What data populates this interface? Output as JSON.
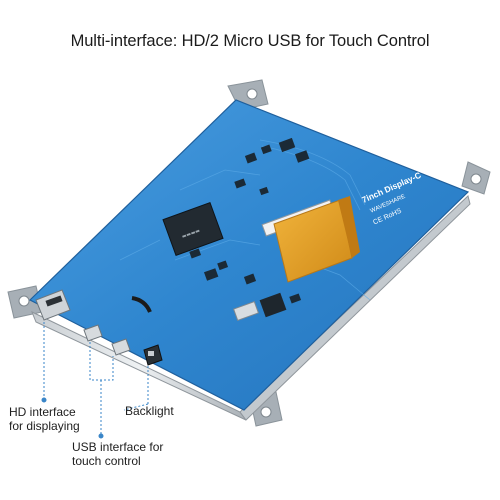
{
  "header": {
    "title": "Multi-interface: HD/2 Micro USB for Touch Control"
  },
  "board": {
    "silkscreen_model": "7inch Display-C",
    "silkscreen_brand": "WAVESHARE",
    "silkscreen_marks": "CE RoHS"
  },
  "callouts": {
    "hd": [
      "HD interface",
      "for displaying"
    ],
    "usb": [
      "USB interface for",
      "touch control"
    ],
    "backlight": "Backlight"
  },
  "colors": {
    "pcb": "#2f86cf",
    "pcb_edge": "#1f5f9c",
    "mounting_tab": "#9aa3aa",
    "callout_line": "#3a86c8",
    "flex_cable": "#e6a12a"
  },
  "icons": [
    "hdmi-port-icon",
    "micro-usb-port-icon",
    "backlight-switch-icon"
  ]
}
